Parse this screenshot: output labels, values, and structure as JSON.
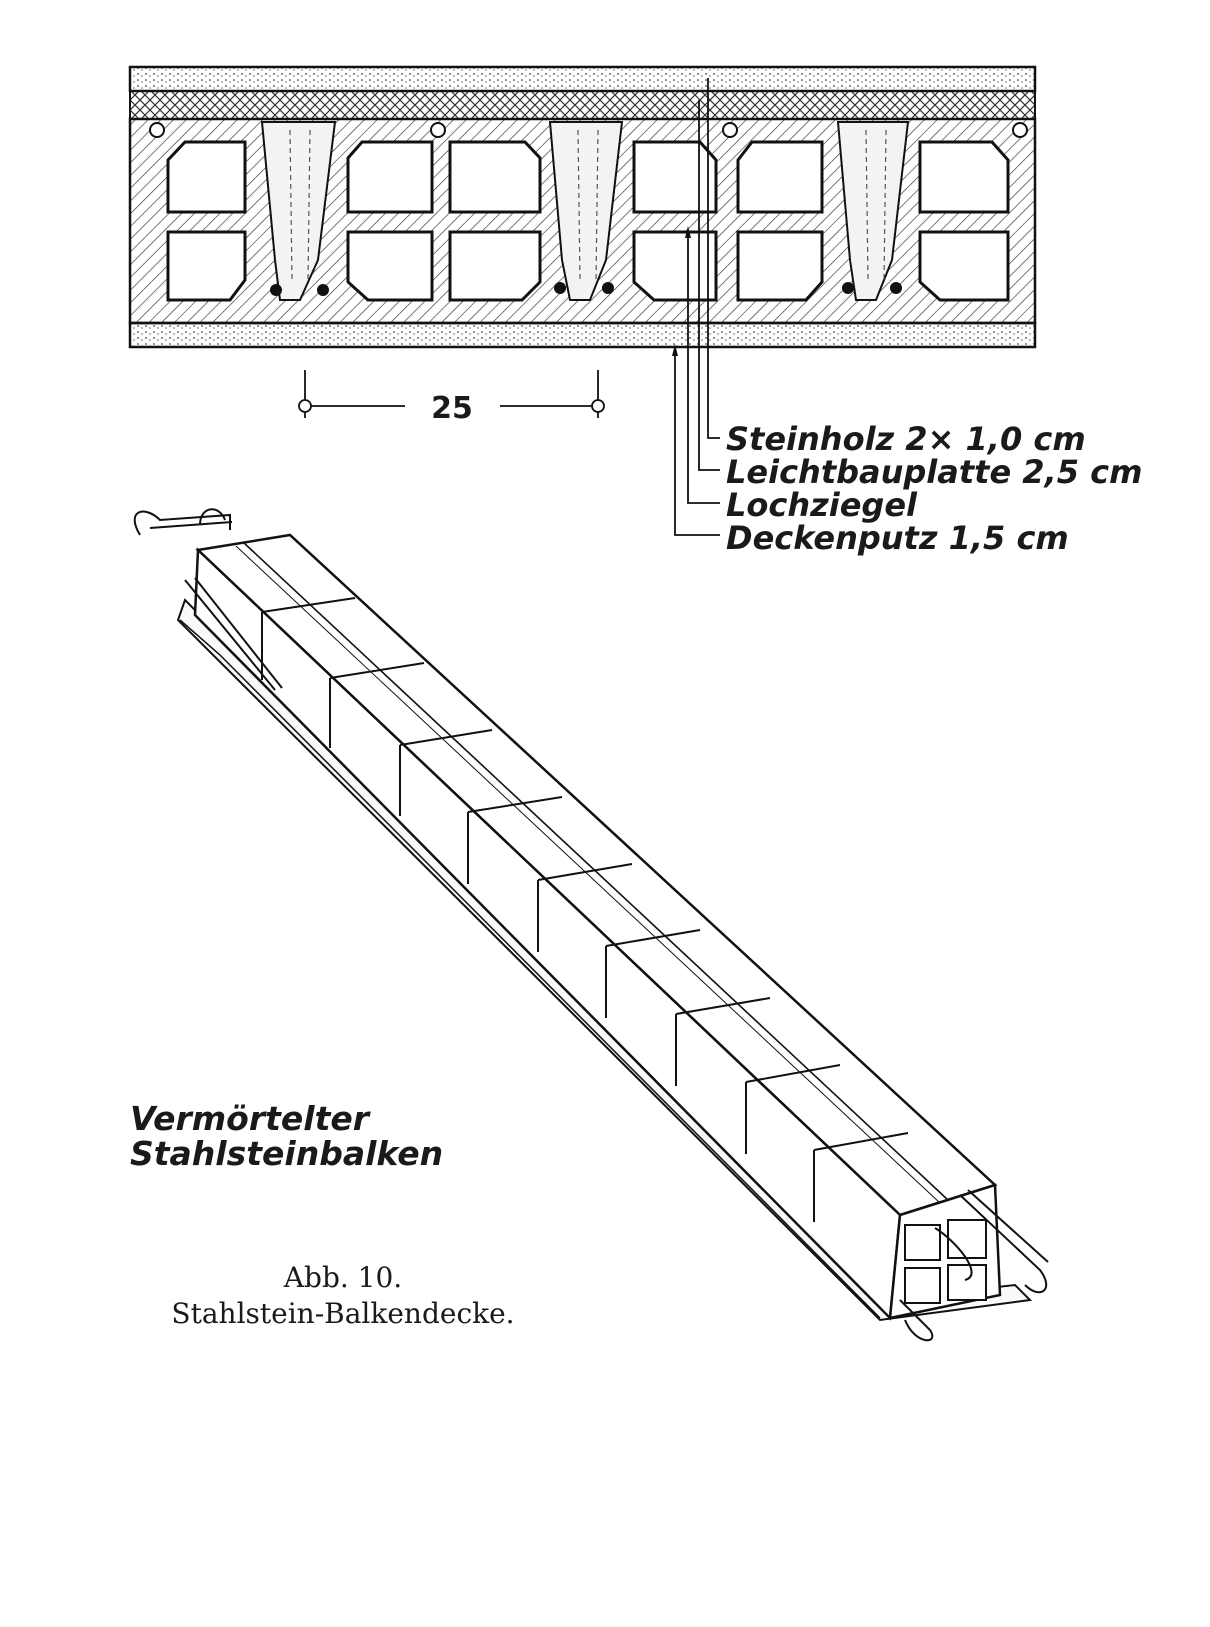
{
  "cross_section": {
    "dimension_label": "25",
    "layers": [
      {
        "label": "Steinholz 2× 1,0 cm"
      },
      {
        "label": "Leichtbauplatte 2,5 cm"
      },
      {
        "label": "Lochziegel"
      },
      {
        "label": "Deckenputz 1,5 cm"
      }
    ]
  },
  "beam": {
    "label_line1": "Vermörtelter",
    "label_line2": "Stahlsteinbalken"
  },
  "caption": {
    "figure_number": "Abb. 10.",
    "title": "Stahlstein-Balkendecke."
  }
}
